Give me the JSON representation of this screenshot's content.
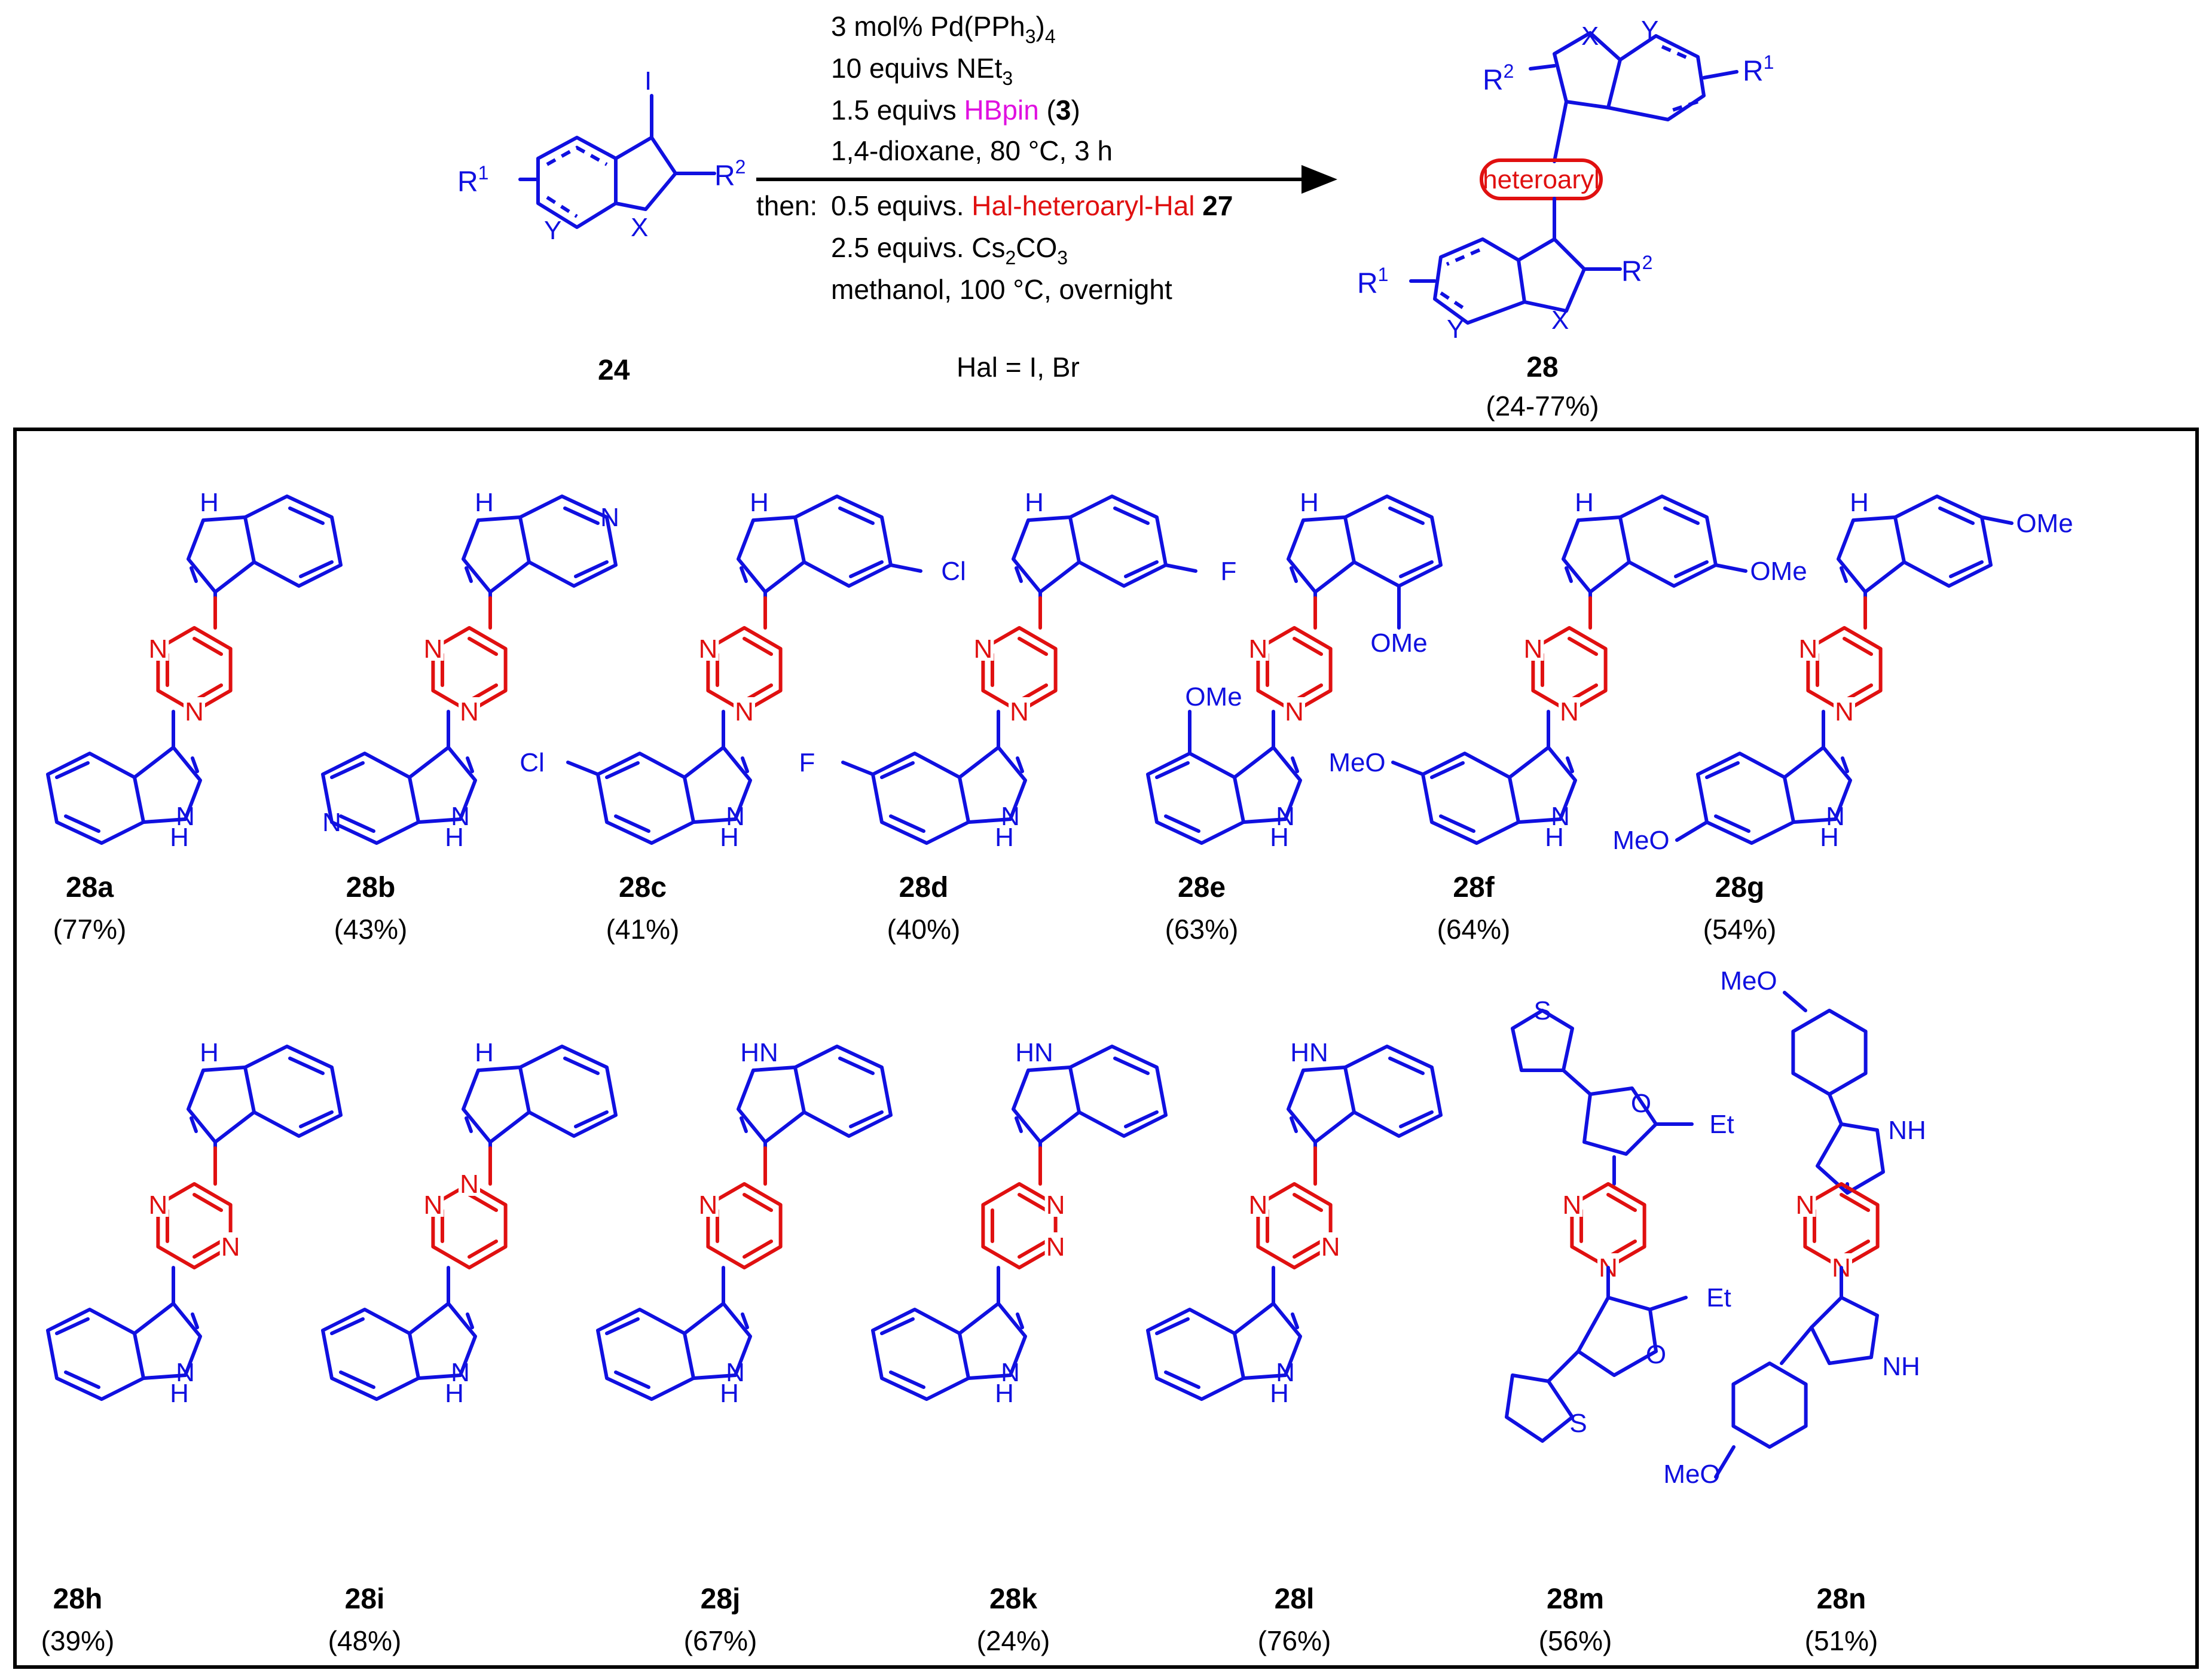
{
  "reagents": {
    "line1": "3 mol% Pd(PPh",
    "line1_sub": "3",
    "line1_tail": ")",
    "line1_sub2": "4",
    "line2": "10 equivs NEt",
    "line2_sub": "3",
    "line3_pre": "1.5 equivs ",
    "line3_hbpin": "HBpin",
    "line3_paren_open": " (",
    "line3_num": "3",
    "line3_paren_close": ")",
    "line4": "1,4-dioxane, 80 °C, 3 h",
    "then": "then:",
    "line5_pre": "0.5 equivs. ",
    "line5_hal": "Hal-heteroaryl-Hal",
    "line5_num": " 27",
    "line6": "2.5 equivs. Cs",
    "line6_sub": "2",
    "line6_tail": "CO",
    "line6_sub2": "3",
    "line7": "methanol, 100 °C, overnight",
    "hal_def": "Hal = I, Br"
  },
  "start_material": {
    "label": "24",
    "atoms": {
      "I": "I",
      "R1": "R",
      "R1_sup": "1",
      "R2": "R",
      "R2_sup": "2",
      "X": "X",
      "Y": "Y"
    }
  },
  "product": {
    "label": "28",
    "yield_range": "(24-77%)",
    "linker": "heteroaryl",
    "atoms": {
      "R1": "R",
      "R1_sup": "1",
      "R2": "R",
      "R2_sup": "2",
      "X": "X",
      "Y": "Y"
    }
  },
  "compounds": [
    {
      "id": "28a",
      "yield": "(77%)"
    },
    {
      "id": "28b",
      "yield": "(43%)"
    },
    {
      "id": "28c",
      "yield": "(41%)"
    },
    {
      "id": "28d",
      "yield": "(40%)"
    },
    {
      "id": "28e",
      "yield": "(63%)"
    },
    {
      "id": "28f",
      "yield": "(64%)"
    },
    {
      "id": "28g",
      "yield": "(54%)"
    },
    {
      "id": "28h",
      "yield": "(39%)"
    },
    {
      "id": "28i",
      "yield": "(48%)"
    },
    {
      "id": "28j",
      "yield": "(67%)"
    },
    {
      "id": "28k",
      "yield": "(24%)"
    },
    {
      "id": "28l",
      "yield": "(76%)"
    },
    {
      "id": "28m",
      "yield": "(56%)"
    },
    {
      "id": "28n",
      "yield": "(51%)"
    }
  ],
  "atom_labels": {
    "NH": "NH",
    "HN": "HN",
    "H": "H",
    "N": "N",
    "Cl": "Cl",
    "F": "F",
    "OMe": "OMe",
    "MeO": "MeO",
    "S": "S",
    "O": "O",
    "Et": "Et"
  },
  "colors": {
    "scaffold": "#1010e0",
    "heteroaryl": "#e01010",
    "hbpin": "#e010e0"
  }
}
